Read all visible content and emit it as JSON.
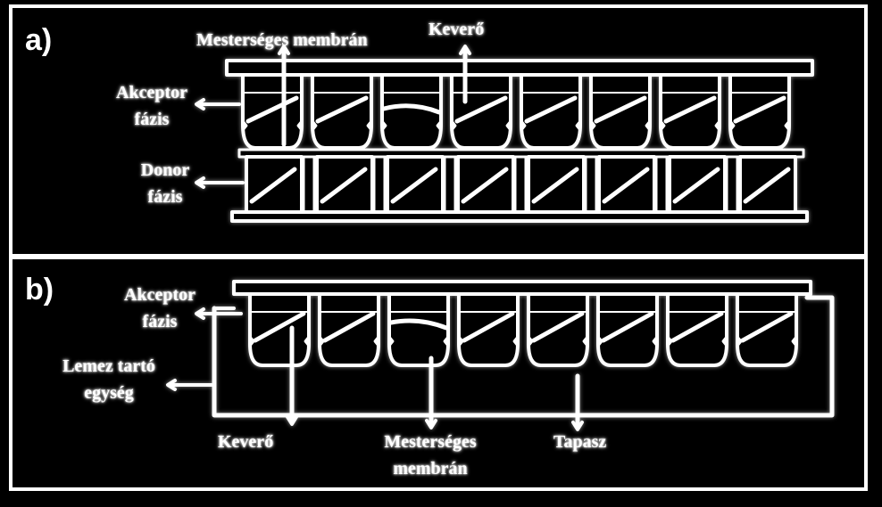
{
  "panels": {
    "a": {
      "label": "a)",
      "labels": {
        "membrane": "Mesterséges membrán",
        "stirrer": "Keverő",
        "acceptor_line1": "Akceptor",
        "acceptor_line2": "fázis",
        "donor_line1": "Donor",
        "donor_line2": "fázis"
      }
    },
    "b": {
      "label": "b)",
      "labels": {
        "acceptor_line1": "Akceptor",
        "acceptor_line2": "fázis",
        "holder_line1": "Lemez tartó",
        "holder_line2": "egység",
        "stirrer": "Keverő",
        "membrane_line1": "Mesterséges",
        "membrane_line2": "membrán",
        "patch": "Tapasz"
      }
    }
  },
  "colors": {
    "background": "#000000",
    "foreground": "#ffffff"
  }
}
